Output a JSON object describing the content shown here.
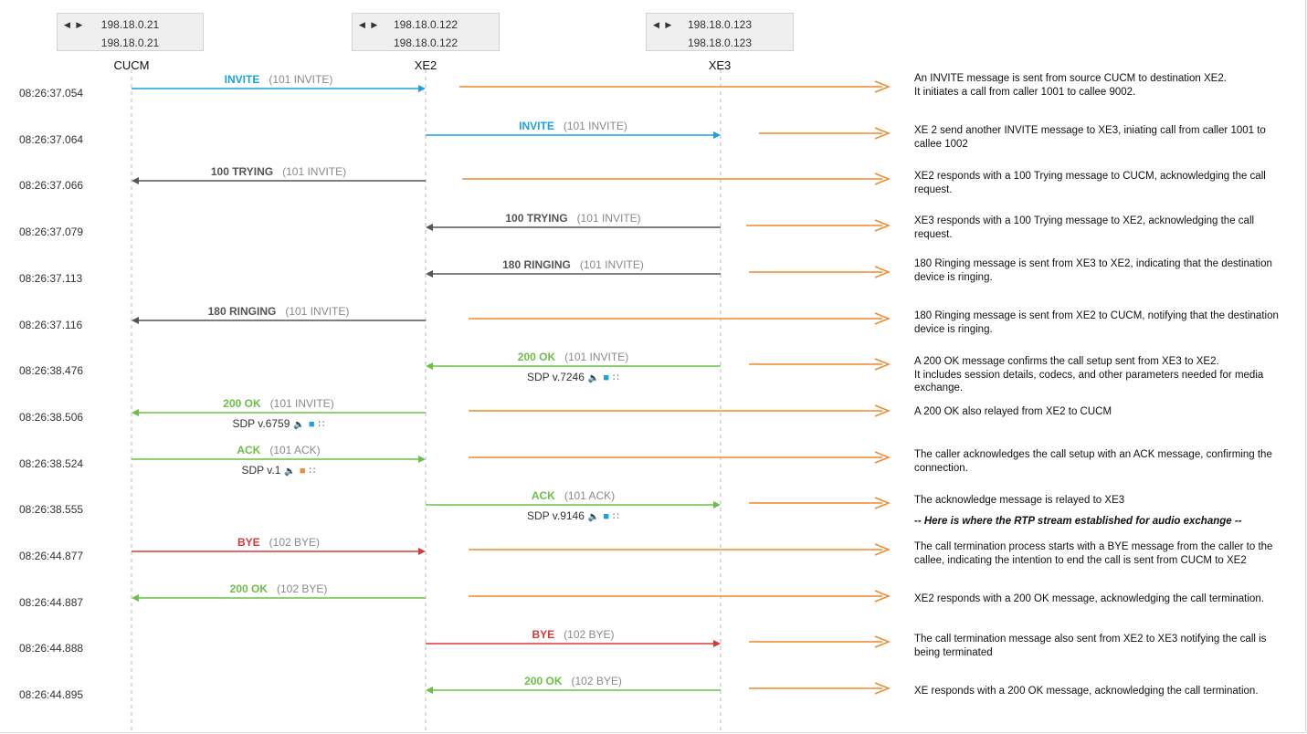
{
  "hosts": [
    {
      "ip_top": "198.18.0.21",
      "ip_bottom": "198.18.0.21",
      "name": "CUCM"
    },
    {
      "ip_top": "198.18.0.122",
      "ip_bottom": "198.18.0.122",
      "name": "XE2"
    },
    {
      "ip_top": "198.18.0.123",
      "ip_bottom": "198.18.0.123",
      "name": "XE3"
    }
  ],
  "nav_glyph": "◀ ▶",
  "colors": {
    "invite": "#1ba1e2",
    "provisional": "#555555",
    "ok": "#6cc04a",
    "bye": "#d9383a",
    "note_arrow": "#f08a2e",
    "lifeline": "#b8b8b8"
  },
  "messages": [
    {
      "ts": "08:26:37.054",
      "method": "INVITE",
      "cseq": "(101 INVITE)",
      "from": 0,
      "to": 1,
      "color": "#1ba1e2"
    },
    {
      "ts": "08:26:37.064",
      "method": "INVITE",
      "cseq": "(101 INVITE)",
      "from": 1,
      "to": 2,
      "color": "#1ba1e2"
    },
    {
      "ts": "08:26:37.066",
      "method": "100 TRYING",
      "cseq": "(101 INVITE)",
      "from": 1,
      "to": 0,
      "color": "#555555"
    },
    {
      "ts": "08:26:37.079",
      "method": "100 TRYING",
      "cseq": "(101 INVITE)",
      "from": 2,
      "to": 1,
      "color": "#555555"
    },
    {
      "ts": "08:26:37.113",
      "method": "180 RINGING",
      "cseq": "(101 INVITE)",
      "from": 2,
      "to": 1,
      "color": "#555555"
    },
    {
      "ts": "08:26:37.116",
      "method": "180 RINGING",
      "cseq": "(101 INVITE)",
      "from": 1,
      "to": 0,
      "color": "#555555"
    },
    {
      "ts": "08:26:38.476",
      "method": "200 OK",
      "cseq": "(101 INVITE)",
      "from": 2,
      "to": 1,
      "color": "#6cc04a",
      "sdp": "SDP v.7246",
      "video_disabled": false
    },
    {
      "ts": "08:26:38.506",
      "method": "200 OK",
      "cseq": "(101 INVITE)",
      "from": 1,
      "to": 0,
      "color": "#6cc04a",
      "sdp": "SDP v.6759",
      "video_disabled": false
    },
    {
      "ts": "08:26:38.524",
      "method": "ACK",
      "cseq": "(101 ACK)",
      "from": 0,
      "to": 1,
      "color": "#6cc04a",
      "sdp": "SDP v.1",
      "video_disabled": true
    },
    {
      "ts": "08:26:38.555",
      "method": "ACK",
      "cseq": "(101 ACK)",
      "from": 1,
      "to": 2,
      "color": "#6cc04a",
      "sdp": "SDP v.9146",
      "video_disabled": false
    },
    {
      "ts": "08:26:44.877",
      "method": "BYE",
      "cseq": "(102 BYE)",
      "from": 0,
      "to": 1,
      "color": "#d9383a"
    },
    {
      "ts": "08:26:44.887",
      "method": "200 OK",
      "cseq": "(102 BYE)",
      "from": 1,
      "to": 0,
      "color": "#6cc04a"
    },
    {
      "ts": "08:26:44.888",
      "method": "BYE",
      "cseq": "(102 BYE)",
      "from": 1,
      "to": 2,
      "color": "#d9383a"
    },
    {
      "ts": "08:26:44.895",
      "method": "200 OK",
      "cseq": "(102 BYE)",
      "from": 2,
      "to": 1,
      "color": "#6cc04a"
    }
  ],
  "notes": [
    {
      "lines": [
        "An INVITE message is sent from source CUCM to destination XE2.",
        "It initiates a call from caller 1001 to callee 9002."
      ]
    },
    {
      "lines": [
        "XE 2 send another INVITE message to XE3, iniating call from caller 1001 to callee 1002"
      ]
    },
    {
      "lines": [
        "XE2 responds with a 100 Trying message to CUCM, acknowledging the call request."
      ]
    },
    {
      "lines": [
        "XE3 responds with a 100 Trying message to XE2, acknowledging the call request."
      ]
    },
    {
      "lines": [
        "180 Ringing message is sent from XE3 to XE2, indicating that the destination device is ringing."
      ]
    },
    {
      "lines": [
        "180 Ringing message is sent from XE2 to CUCM, notifying that the destination device is ringing."
      ]
    },
    {
      "lines": [
        "A 200 OK message confirms the call setup sent from XE3 to XE2.",
        "It includes session details, codecs, and other parameters needed for media exchange."
      ]
    },
    {
      "lines": [
        "A 200 OK also relayed from XE2 to CUCM"
      ]
    },
    {
      "lines": [
        "The caller acknowledges the call setup with an ACK message, confirming the connection."
      ]
    },
    {
      "lines": [
        "The acknowledge message is relayed to XE3"
      ]
    },
    {
      "lines": [
        "The call termination process starts with a BYE message from the caller to the callee, indicating the intention to end the call is sent from CUCM to XE2"
      ]
    },
    {
      "lines": [
        "XE2 responds with a 200 OK message, acknowledging the call termination."
      ]
    },
    {
      "lines": [
        "The call termination message also sent from XE2 to XE3 notifying the call is being terminated"
      ]
    },
    {
      "lines": [
        "XE responds with a 200 OK message, acknowledging the call termination."
      ]
    }
  ],
  "rtp_note": "-- Here is where the RTP stream established for audio exchange --"
}
